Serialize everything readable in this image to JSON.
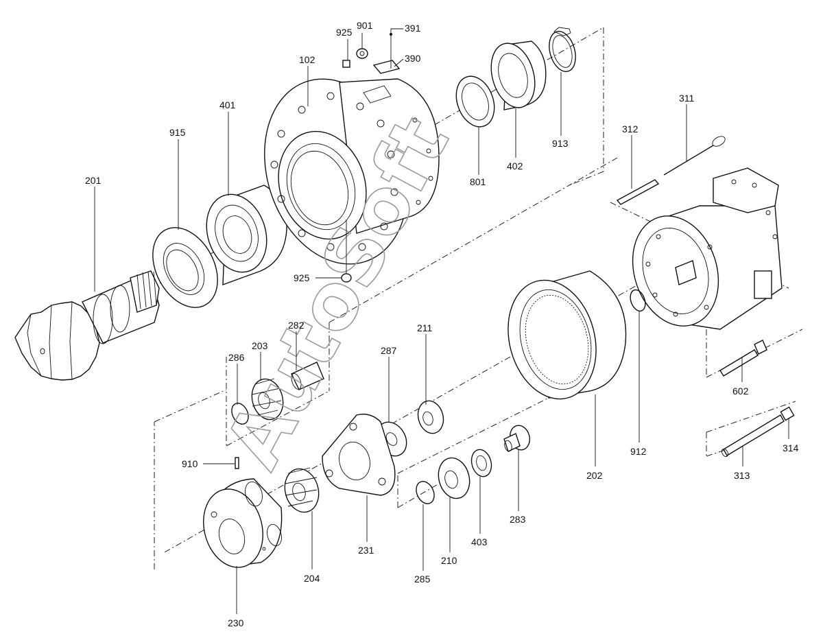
{
  "watermark": "AutoSoft",
  "labels": {
    "p102": "102",
    "p201": "201",
    "p202": "202",
    "p203": "203",
    "p204": "204",
    "p210": "210",
    "p211": "211",
    "p230": "230",
    "p231": "231",
    "p282": "282",
    "p283": "283",
    "p285": "285",
    "p286": "286",
    "p287": "287",
    "p311": "311",
    "p312": "312",
    "p313": "313",
    "p314": "314",
    "p390": "390",
    "p391": "391",
    "p401": "401",
    "p402": "402",
    "p403": "403",
    "p602": "602",
    "p801": "801",
    "p901": "901",
    "p910": "910",
    "p912": "912",
    "p913": "913",
    "p915": "915",
    "p925a": "925",
    "p925b": "925"
  }
}
